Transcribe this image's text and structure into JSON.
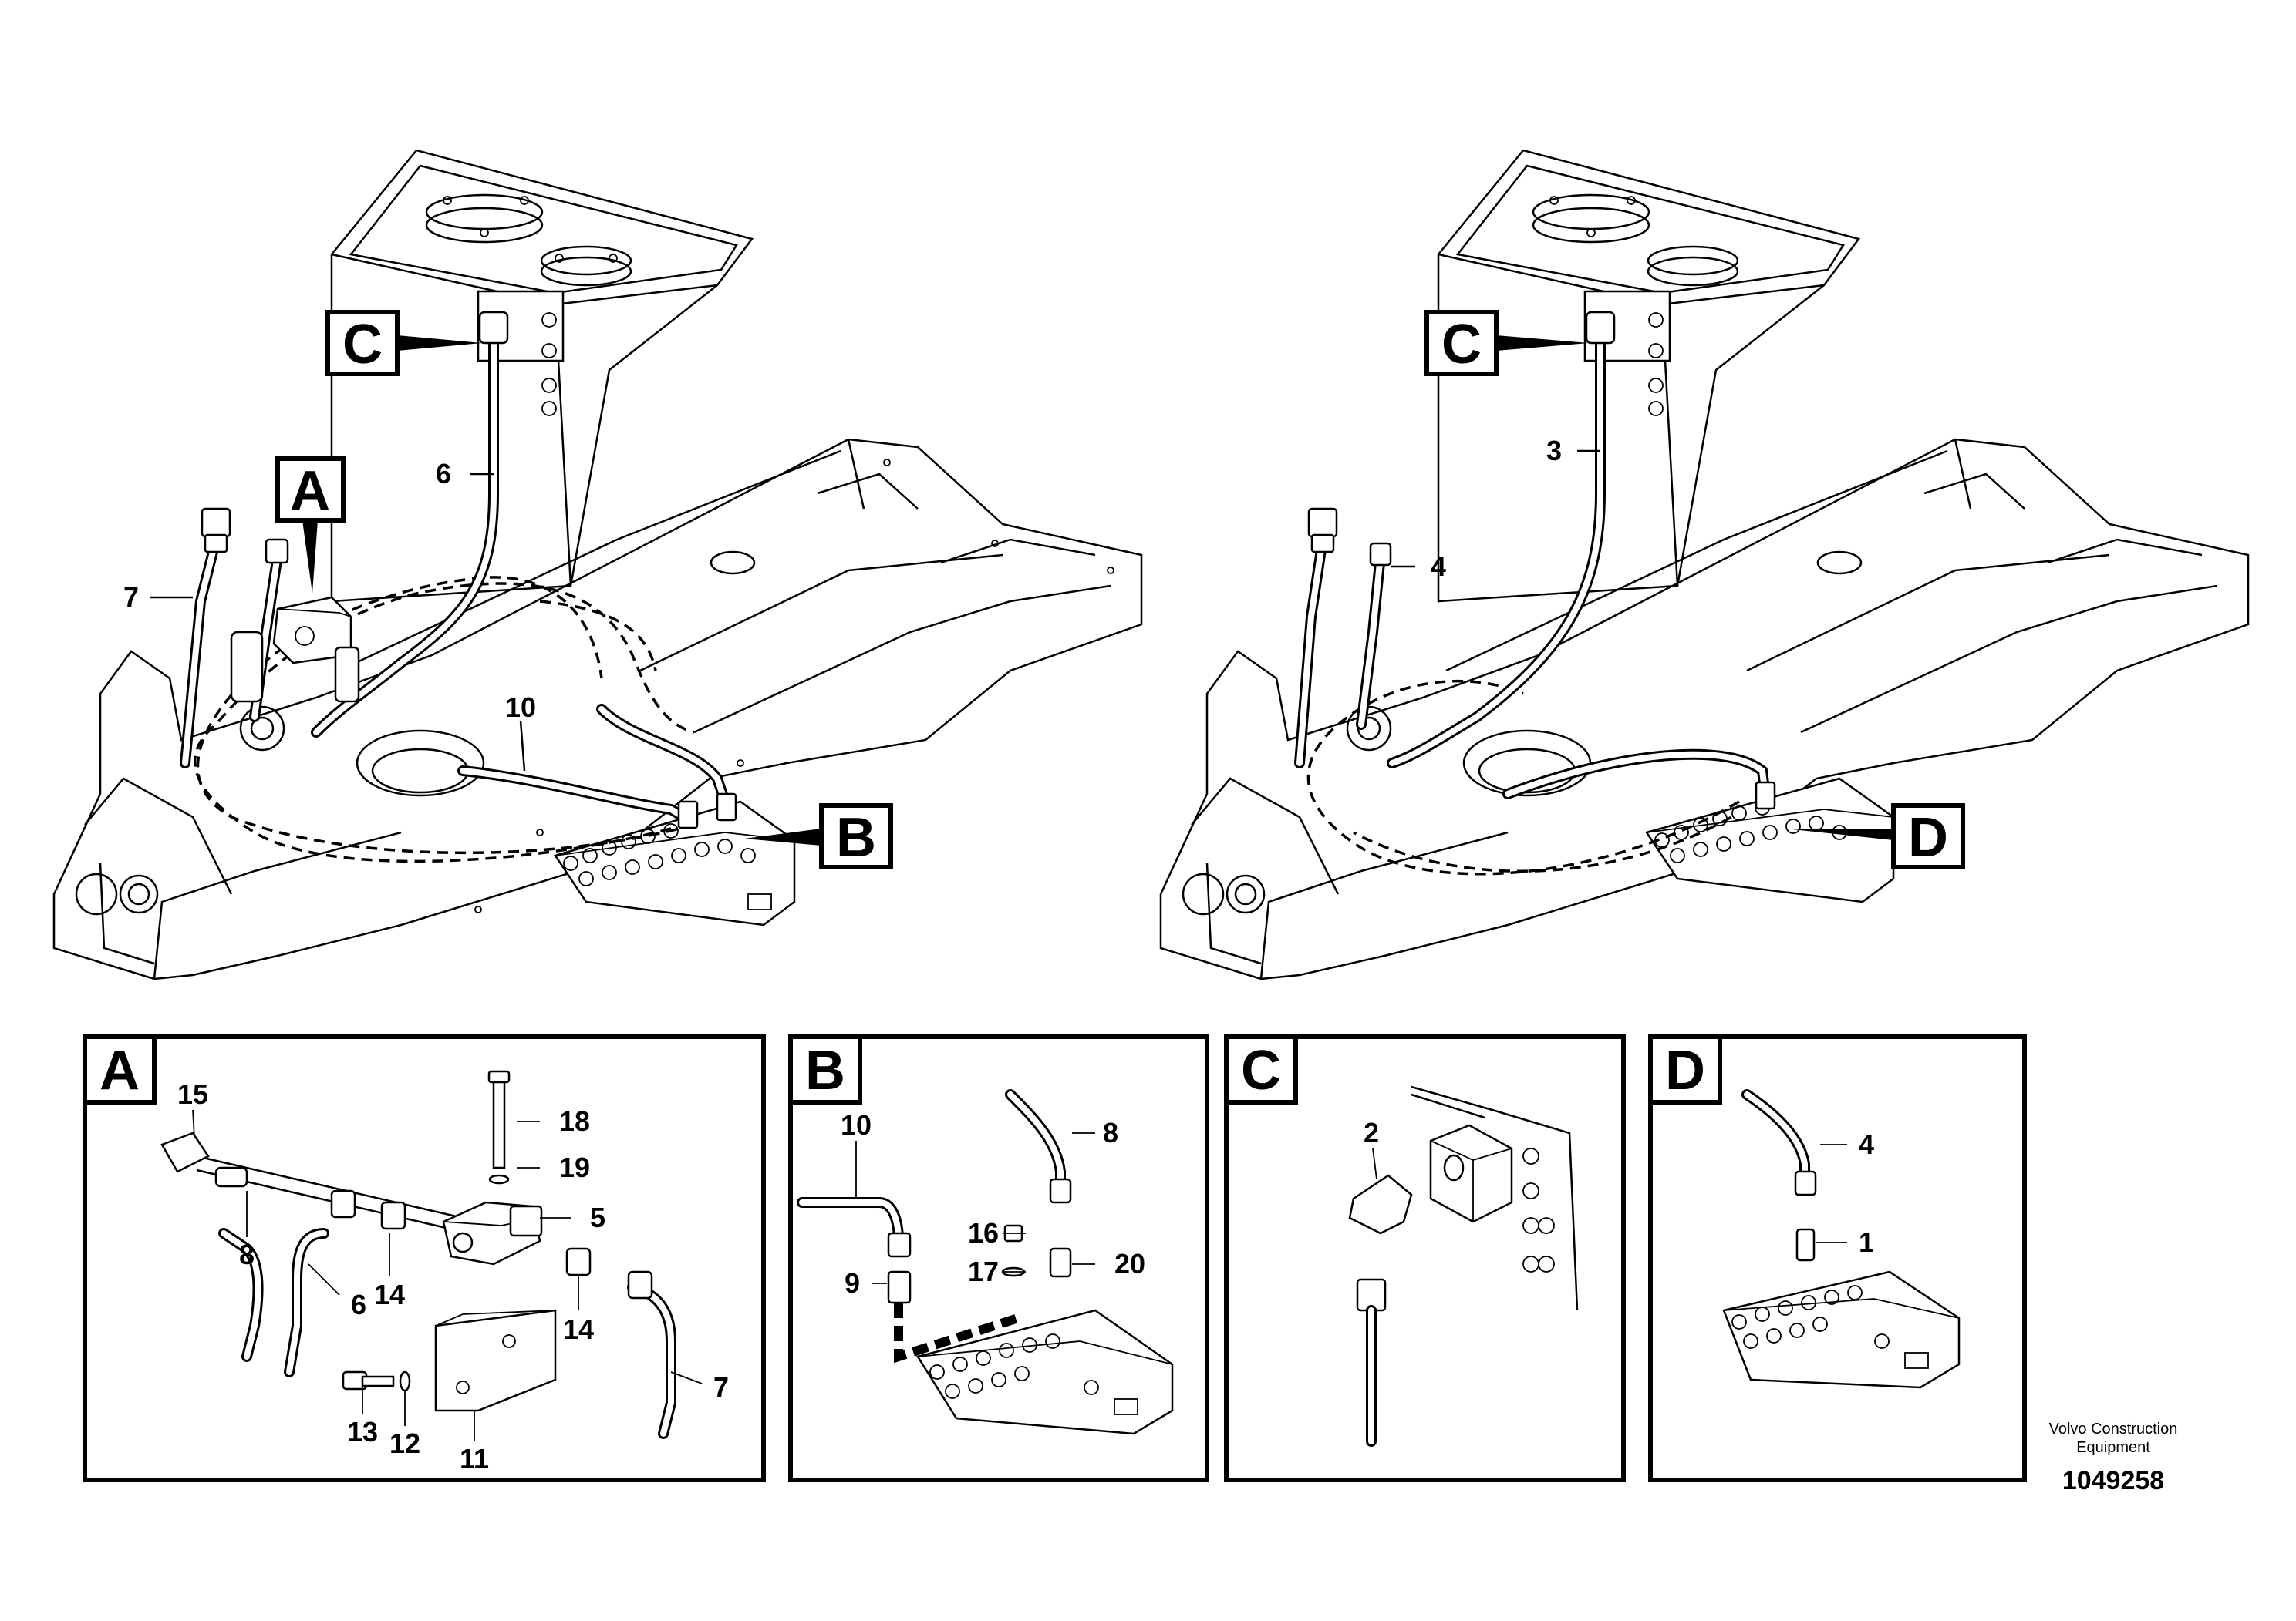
{
  "callouts": {
    "A": "A",
    "B": "B",
    "C": "C",
    "D": "D"
  },
  "left_view_labels": {
    "hose_6": "6",
    "hose_7": "7",
    "hose_10": "10"
  },
  "right_view_labels": {
    "hose_3": "3",
    "hose_4": "4"
  },
  "detail_a": {
    "title": "A",
    "labels": [
      "15",
      "18",
      "19",
      "5",
      "8",
      "6",
      "14",
      "14",
      "7",
      "13",
      "12",
      "11"
    ]
  },
  "detail_b": {
    "title": "B",
    "labels": [
      "10",
      "8",
      "16",
      "17",
      "20",
      "9"
    ]
  },
  "detail_c": {
    "title": "C",
    "labels": [
      "2"
    ]
  },
  "detail_d": {
    "title": "D",
    "labels": [
      "4",
      "1"
    ]
  },
  "footer": {
    "company_line1": "Volvo Construction",
    "company_line2": "Equipment",
    "doc_number": "1049258"
  }
}
